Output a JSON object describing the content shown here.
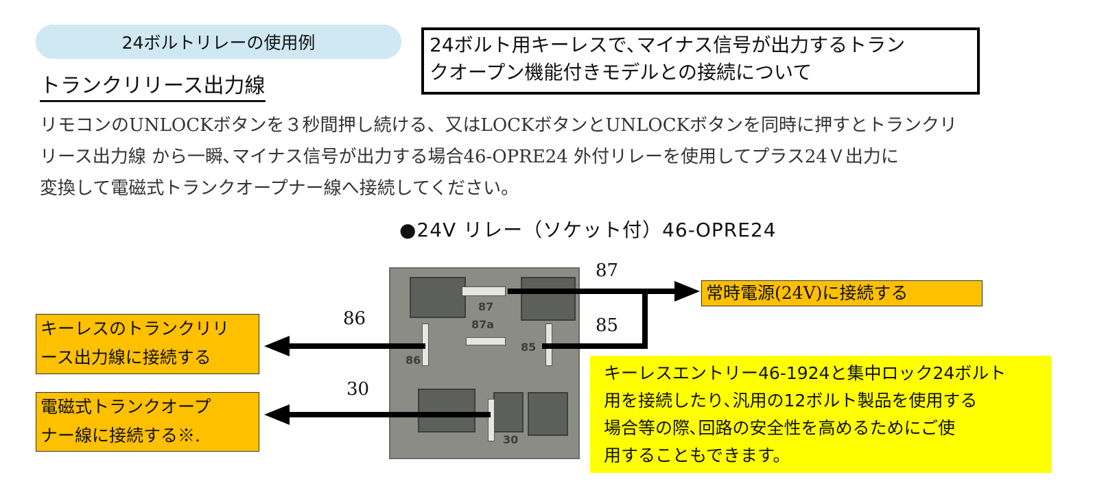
{
  "header": {
    "section_label": "24ボルトリレーの使用例",
    "notice_line1": "24ボルト用キーレスで､マイナス信号が出力するトラン",
    "notice_line2": "クオープン機能付きモデルとの接続について"
  },
  "heading": "トランクリリース出力線",
  "paragraph": [
    "リモコンのUNLOCKボタンを３秒間押し続ける、又はLOCKボタンとUNLOCKボタンを同時に押すとトランクリ",
    "リース出力線 から一瞬､マイナス信号が出力する場合46-OPRE24 外付リレーを使用してプラス24Ｖ出力に",
    "変換して電磁式トランクオープナー線へ接続してください。"
  ],
  "relay": {
    "title": "●24V リレー（ソケット付）46-OPRE24",
    "pins": {
      "p87": "87",
      "p86": "86",
      "p85": "85",
      "p30": "30"
    },
    "stamp_87": "87",
    "stamp_87a": "87a",
    "stamp_85": "85",
    "stamp_86": "86",
    "stamp_30": "30"
  },
  "labels": {
    "constant_power": "常時電源(24V)に接続する",
    "keyless_line1": "キーレスのトランクリリ",
    "keyless_line2": "ース出力線に接続する",
    "opener_line1": "電磁式トランクオープ",
    "opener_line2": "ナー線に接続する※."
  },
  "note": [
    "キーレスエントリー46-1924と集中ロック24ボルト",
    "用を接続したり､汎用の12ボルト製品を使用する",
    "場合等の際､回路の安全性を高めるためにご使",
    "用することもできます。"
  ],
  "colors": {
    "pill": "#cfe8f1",
    "orange": "#ffc000",
    "yellow": "#ffff00"
  }
}
